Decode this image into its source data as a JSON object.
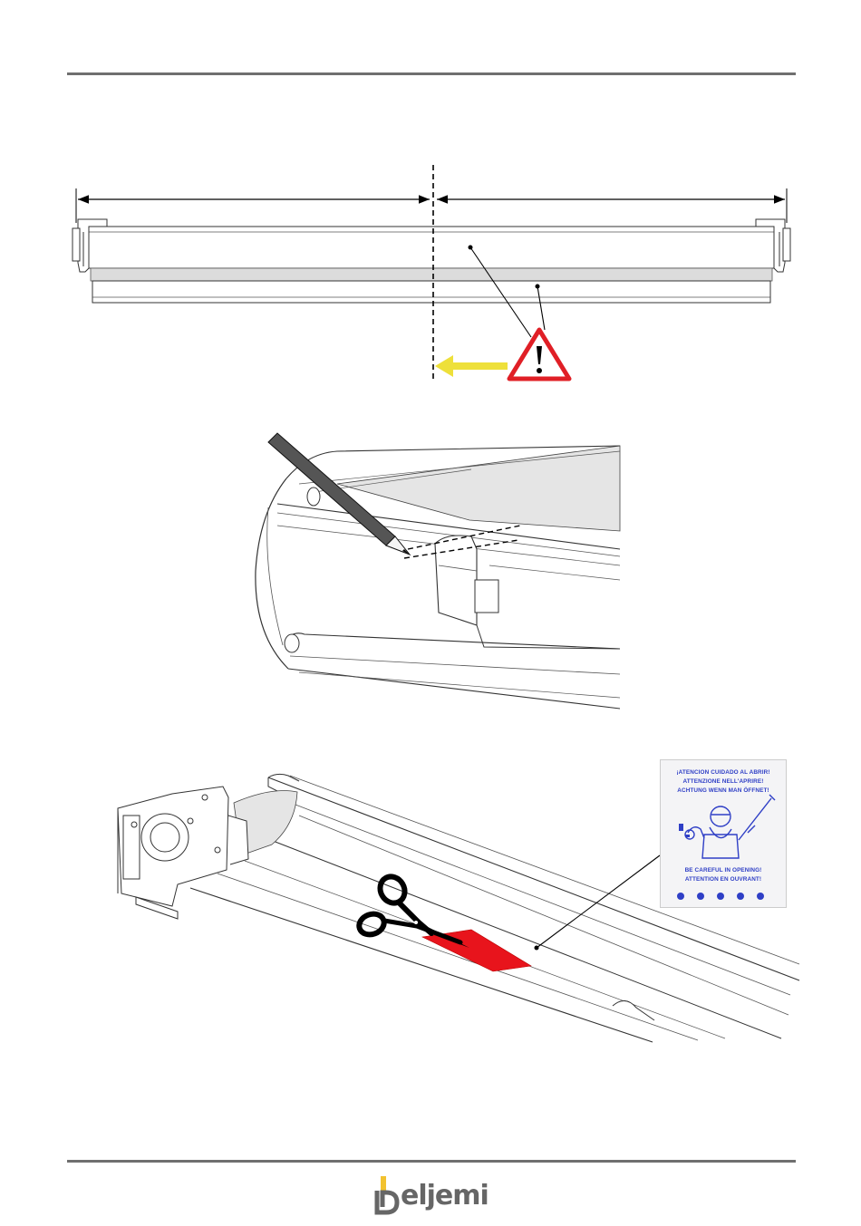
{
  "header": {},
  "brand": {
    "name": "eljemi",
    "prefix_letter": "b",
    "accent_color": "#f2c230",
    "text_color": "#666666"
  },
  "warning_label": {
    "lines_top": [
      "¡ATENCION CUIDADO AL ABRIR!",
      "ATTENZIONE NELL'APRIRE!",
      "ACHTUNG WENN MAN ÖFFNET!"
    ],
    "lines_bottom": [
      "BE CAREFUL IN OPENING!",
      "ATTENTION EN OUVRANT!"
    ],
    "text_color": "#2f3fc6"
  },
  "icons": {
    "warning": "warning-triangle-icon",
    "arrow": "direction-arrow-icon",
    "pencil": "pencil-icon",
    "scissors": "scissors-icon"
  },
  "colors": {
    "warning_red": "#e01f26",
    "arrow_yellow": "#eee03a",
    "cut_strip_red": "#e8141c"
  }
}
